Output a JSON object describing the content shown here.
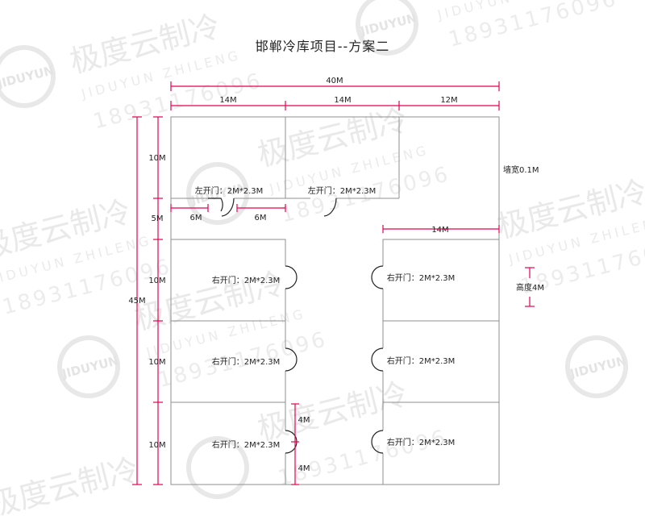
{
  "title": "邯郸冷库项目--方案二",
  "colors": {
    "dimension": "#e5004f",
    "wall": "#8f8f8f",
    "text": "#222222",
    "watermark": "#e6e6e6"
  },
  "dimensions": {
    "total_width": "40M",
    "seg1": "14M",
    "seg2": "14M",
    "seg3": "12M",
    "total_height": "45M",
    "v1": "10M",
    "v2": "5M",
    "v3": "10M",
    "v4": "10M",
    "v5": "10M",
    "corridor_left": "6M",
    "corridor_right": "6M",
    "right_block_width": "14M",
    "door_gap_top": "4M",
    "door_gap_bottom": "4M"
  },
  "labels": {
    "wall_width": "墙宽0.1M",
    "height": "高度4M"
  },
  "rooms": [
    {
      "id": "top-left",
      "door": "左开门：2M*2.3M"
    },
    {
      "id": "top-middle",
      "door": "左开门：2M*2.3M"
    },
    {
      "id": "left-1",
      "door": "右开门：2M*2.3M"
    },
    {
      "id": "left-2",
      "door": "右开门：2M*2.3M"
    },
    {
      "id": "left-3",
      "door": "右开门：2M*2.3M"
    },
    {
      "id": "right-1",
      "door": "右开门：2M*2.3M"
    },
    {
      "id": "right-2",
      "door": "右开门：2M*2.3M"
    },
    {
      "id": "right-3",
      "door": "右开门：2M*2.3M"
    }
  ],
  "watermark": {
    "logo": "JIDUYUN",
    "brand_cn": "极度云制冷",
    "brand_en": "JIDUYUN ZHILENG",
    "phone": "18931176096"
  }
}
